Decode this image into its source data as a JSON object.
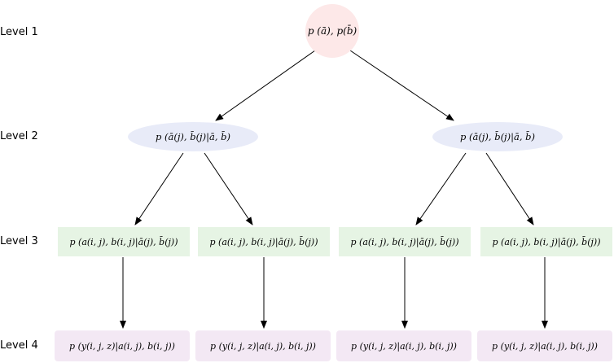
{
  "levels": {
    "level1": "Level 1",
    "level2": "Level 2",
    "level3": "Level 3",
    "level4": "Level 4"
  },
  "nodes": {
    "root": "p (ā), p(b̄)",
    "level2_left": "p (ā(j), b̄(j)|ā, b̄)",
    "level2_right": "p (ā(j), b̄(j)|ā, b̄)",
    "level3_1": "p (a(i, j), b(i, j)|ā(j), b̄(j))",
    "level3_2": "p (a(i, j), b(i, j)|ā(j), b̄(j))",
    "level3_3": "p (a(i, j), b(i, j)|ā(j), b̄(j))",
    "level3_4": "p (a(i, j), b(i, j)|ā(j), b̄(j))",
    "level4_1": "p (y(i, j, z)|a(i, j), b(i, j))",
    "level4_2": "p (y(i, j, z)|a(i, j), b(i, j))",
    "level4_3": "p (y(i, j, z)|a(i, j), b(i, j))",
    "level4_4": "p (y(i, j, z)|a(i, j), b(i, j))"
  },
  "colors": {
    "level1_fill": "#fde8e8",
    "level2_fill": "#e8ebf8",
    "level3_fill": "#e6f4e4",
    "level4_fill": "#f3e8f4",
    "edge": "#000000"
  }
}
